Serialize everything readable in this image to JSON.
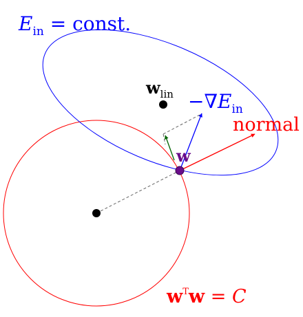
{
  "labels": {
    "ein_lhs": "E",
    "ein_sub": "in",
    "ein_rhs": " = const.",
    "wlin_base": "w",
    "wlin_sub": "lin",
    "grad_prefix": "−∇",
    "grad_E": "E",
    "grad_sub": "in",
    "normal": "normal",
    "w_point": "w",
    "constraint_w1": "w",
    "constraint_T": "T",
    "constraint_w2": "w",
    "constraint_eq": " = ",
    "constraint_C": "C"
  },
  "colors": {
    "ellipse": "#0000ff",
    "circle": "#ff0000",
    "gradient_arrow": "#0000ff",
    "normal_arrow": "#ff0000",
    "tangent_arrow": "#006400",
    "w_point": "#6a0d8a",
    "dashed": "#555555",
    "text_black": "#000000"
  }
}
